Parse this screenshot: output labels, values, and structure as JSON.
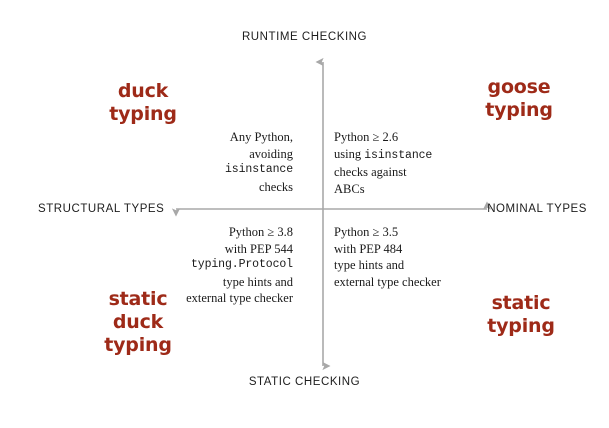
{
  "axes": {
    "top_label": "RUNTIME CHECKING",
    "bottom_label": "STATIC CHECKING",
    "left_label": "STRUCTURAL TYPES",
    "right_label": "NOMINAL TYPES",
    "line_color": "#a8a8a8"
  },
  "corners": {
    "top_left": "duck\ntyping",
    "top_right": "goose\ntyping",
    "bottom_left": "static\nduck\ntyping",
    "bottom_right": "static\ntyping",
    "color": "#9e2a18"
  },
  "quadrants": {
    "upper_left": {
      "line1": "Any Python,",
      "line2": "avoiding",
      "line3_code": "isinstance",
      "line4": "checks"
    },
    "upper_right": {
      "line1": "Python ≥ 2.6",
      "line2_prefix": "using ",
      "line2_code": "isinstance",
      "line3": "checks against",
      "line4": "ABCs"
    },
    "lower_left": {
      "line1": "Python ≥ 3.8",
      "line2": "with PEP 544",
      "line3_code": "typing.Protocol",
      "line4": "type hints and",
      "line5": "external type checker"
    },
    "lower_right": {
      "line1": "Python ≥ 3.5",
      "line2": "with PEP 484",
      "line3": "type hints and",
      "line4": "external type checker"
    }
  }
}
